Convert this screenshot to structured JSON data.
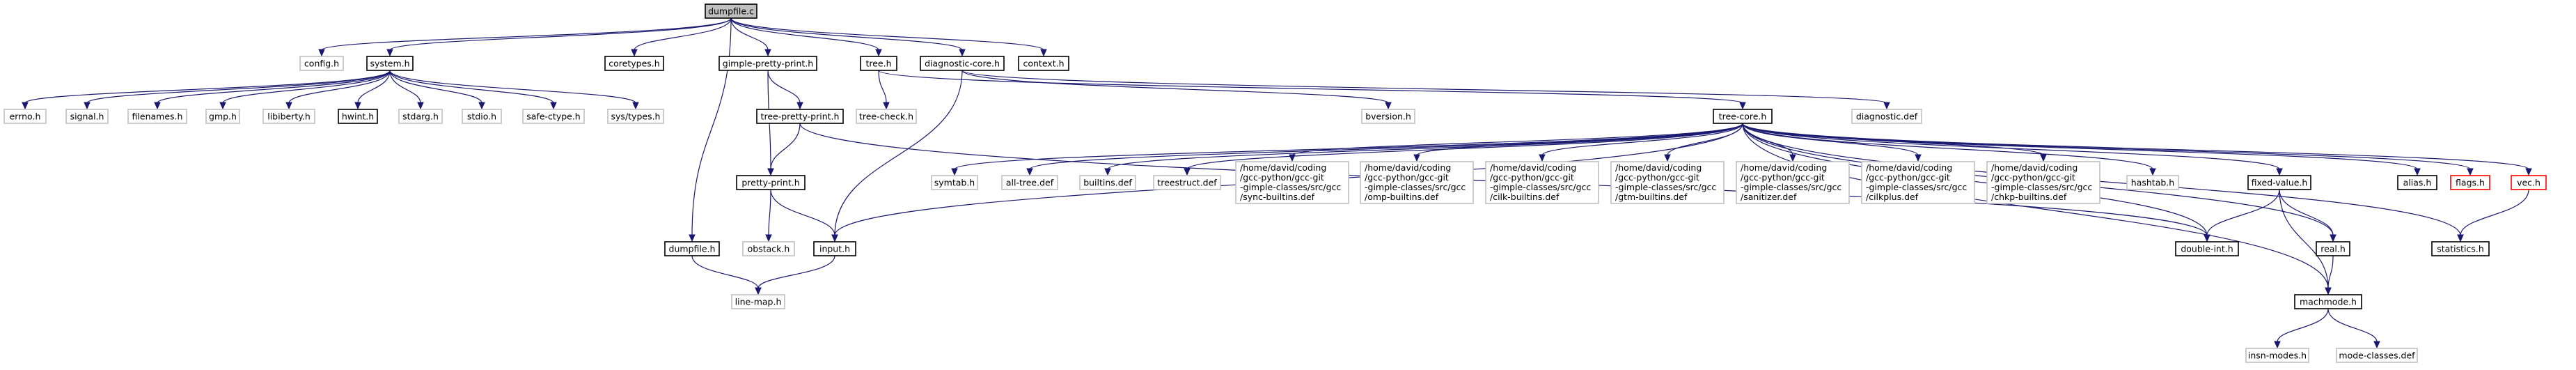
{
  "graph": {
    "title": "dumpfile.c",
    "colors": {
      "edge": "#191970",
      "focus_fill": "#bfbfbf",
      "primary_border": "#000000",
      "missing_border": "#bfbfbf",
      "error_border": "#ff0000"
    },
    "nodes": [
      {
        "id": "dumpfile_c",
        "lines": [
          "dumpfile.c"
        ],
        "kind": "focus"
      },
      {
        "id": "config_h",
        "lines": [
          "config.h"
        ],
        "kind": "missing"
      },
      {
        "id": "system_h",
        "lines": [
          "system.h"
        ],
        "kind": "primary"
      },
      {
        "id": "coretypes_h",
        "lines": [
          "coretypes.h"
        ],
        "kind": "primary"
      },
      {
        "id": "gimple_pretty_print_h",
        "lines": [
          "gimple-pretty-print.h"
        ],
        "kind": "primary"
      },
      {
        "id": "tree_h",
        "lines": [
          "tree.h"
        ],
        "kind": "primary"
      },
      {
        "id": "diagnostic_core_h",
        "lines": [
          "diagnostic-core.h"
        ],
        "kind": "primary"
      },
      {
        "id": "context_h",
        "lines": [
          "context.h"
        ],
        "kind": "primary"
      },
      {
        "id": "errno_h",
        "lines": [
          "errno.h"
        ],
        "kind": "missing"
      },
      {
        "id": "signal_h",
        "lines": [
          "signal.h"
        ],
        "kind": "missing"
      },
      {
        "id": "filenames_h",
        "lines": [
          "filenames.h"
        ],
        "kind": "missing"
      },
      {
        "id": "gmp_h",
        "lines": [
          "gmp.h"
        ],
        "kind": "missing"
      },
      {
        "id": "libiberty_h",
        "lines": [
          "libiberty.h"
        ],
        "kind": "missing"
      },
      {
        "id": "hwint_h",
        "lines": [
          "hwint.h"
        ],
        "kind": "primary"
      },
      {
        "id": "stdarg_h",
        "lines": [
          "stdarg.h"
        ],
        "kind": "missing"
      },
      {
        "id": "stdio_h",
        "lines": [
          "stdio.h"
        ],
        "kind": "missing"
      },
      {
        "id": "safe_ctype_h",
        "lines": [
          "safe-ctype.h"
        ],
        "kind": "missing"
      },
      {
        "id": "sys_types_h",
        "lines": [
          "sys/types.h"
        ],
        "kind": "missing"
      },
      {
        "id": "tree_pretty_print_h",
        "lines": [
          "tree-pretty-print.h"
        ],
        "kind": "primary"
      },
      {
        "id": "tree_check_h",
        "lines": [
          "tree-check.h"
        ],
        "kind": "missing"
      },
      {
        "id": "tree_core_h",
        "lines": [
          "tree-core.h"
        ],
        "kind": "primary"
      },
      {
        "id": "bversion_h",
        "lines": [
          "bversion.h"
        ],
        "kind": "missing"
      },
      {
        "id": "diagnostic_def",
        "lines": [
          "diagnostic.def"
        ],
        "kind": "missing"
      },
      {
        "id": "pretty_print_h",
        "lines": [
          "pretty-print.h"
        ],
        "kind": "primary"
      },
      {
        "id": "symtab_h",
        "lines": [
          "symtab.h"
        ],
        "kind": "missing"
      },
      {
        "id": "all_tree_def",
        "lines": [
          "all-tree.def"
        ],
        "kind": "missing"
      },
      {
        "id": "builtins_def",
        "lines": [
          "builtins.def"
        ],
        "kind": "missing"
      },
      {
        "id": "treestruct_def",
        "lines": [
          "treestruct.def"
        ],
        "kind": "missing"
      },
      {
        "id": "sync_builtins_def",
        "lines": [
          "/home/david/coding",
          "/gcc-python/gcc-git",
          "-gimple-classes/src/gcc",
          "/sync-builtins.def"
        ],
        "kind": "missing"
      },
      {
        "id": "omp_builtins_def",
        "lines": [
          "/home/david/coding",
          "/gcc-python/gcc-git",
          "-gimple-classes/src/gcc",
          "/omp-builtins.def"
        ],
        "kind": "missing"
      },
      {
        "id": "cilk_builtins_def",
        "lines": [
          "/home/david/coding",
          "/gcc-python/gcc-git",
          "-gimple-classes/src/gcc",
          "/cilk-builtins.def"
        ],
        "kind": "missing"
      },
      {
        "id": "gtm_builtins_def",
        "lines": [
          "/home/david/coding",
          "/gcc-python/gcc-git",
          "-gimple-classes/src/gcc",
          "/gtm-builtins.def"
        ],
        "kind": "missing"
      },
      {
        "id": "sanitizer_def",
        "lines": [
          "/home/david/coding",
          "/gcc-python/gcc-git",
          "-gimple-classes/src/gcc",
          "/sanitizer.def"
        ],
        "kind": "missing"
      },
      {
        "id": "cilkplus_def",
        "lines": [
          "/home/david/coding",
          "/gcc-python/gcc-git",
          "-gimple-classes/src/gcc",
          "/cilkplus.def"
        ],
        "kind": "missing"
      },
      {
        "id": "chkp_builtins_def",
        "lines": [
          "/home/david/coding",
          "/gcc-python/gcc-git",
          "-gimple-classes/src/gcc",
          "/chkp-builtins.def"
        ],
        "kind": "missing"
      },
      {
        "id": "hashtab_h",
        "lines": [
          "hashtab.h"
        ],
        "kind": "missing"
      },
      {
        "id": "fixed_value_h",
        "lines": [
          "fixed-value.h"
        ],
        "kind": "primary"
      },
      {
        "id": "alias_h",
        "lines": [
          "alias.h"
        ],
        "kind": "primary"
      },
      {
        "id": "flags_h",
        "lines": [
          "flags.h"
        ],
        "kind": "error"
      },
      {
        "id": "vec_h",
        "lines": [
          "vec.h"
        ],
        "kind": "error"
      },
      {
        "id": "obstack_h",
        "lines": [
          "obstack.h"
        ],
        "kind": "missing"
      },
      {
        "id": "input_h",
        "lines": [
          "input.h"
        ],
        "kind": "primary"
      },
      {
        "id": "dumpfile_h",
        "lines": [
          "dumpfile.h"
        ],
        "kind": "primary"
      },
      {
        "id": "line_map_h",
        "lines": [
          "line-map.h"
        ],
        "kind": "missing"
      },
      {
        "id": "double_int_h",
        "lines": [
          "double-int.h"
        ],
        "kind": "primary"
      },
      {
        "id": "real_h",
        "lines": [
          "real.h"
        ],
        "kind": "primary"
      },
      {
        "id": "statistics_h",
        "lines": [
          "statistics.h"
        ],
        "kind": "primary"
      },
      {
        "id": "machmode_h",
        "lines": [
          "machmode.h"
        ],
        "kind": "primary"
      },
      {
        "id": "insn_modes_h",
        "lines": [
          "insn-modes.h"
        ],
        "kind": "missing"
      },
      {
        "id": "mode_classes_def",
        "lines": [
          "mode-classes.def"
        ],
        "kind": "missing"
      }
    ],
    "edges": [
      [
        "dumpfile_c",
        "config_h"
      ],
      [
        "dumpfile_c",
        "system_h"
      ],
      [
        "dumpfile_c",
        "coretypes_h"
      ],
      [
        "dumpfile_c",
        "gimple_pretty_print_h"
      ],
      [
        "dumpfile_c",
        "tree_h"
      ],
      [
        "dumpfile_c",
        "diagnostic_core_h"
      ],
      [
        "dumpfile_c",
        "context_h"
      ],
      [
        "dumpfile_c",
        "dumpfile_h"
      ],
      [
        "system_h",
        "errno_h"
      ],
      [
        "system_h",
        "signal_h"
      ],
      [
        "system_h",
        "filenames_h"
      ],
      [
        "system_h",
        "gmp_h"
      ],
      [
        "system_h",
        "libiberty_h"
      ],
      [
        "system_h",
        "hwint_h"
      ],
      [
        "system_h",
        "stdarg_h"
      ],
      [
        "system_h",
        "stdio_h"
      ],
      [
        "system_h",
        "safe_ctype_h"
      ],
      [
        "system_h",
        "sys_types_h"
      ],
      [
        "gimple_pretty_print_h",
        "tree_pretty_print_h"
      ],
      [
        "gimple_pretty_print_h",
        "pretty_print_h"
      ],
      [
        "tree_pretty_print_h",
        "pretty_print_h"
      ],
      [
        "tree_pretty_print_h",
        "double_int_h"
      ],
      [
        "tree_h",
        "tree_check_h"
      ],
      [
        "tree_h",
        "tree_core_h"
      ],
      [
        "diagnostic_core_h",
        "bversion_h"
      ],
      [
        "diagnostic_core_h",
        "diagnostic_def"
      ],
      [
        "diagnostic_core_h",
        "input_h"
      ],
      [
        "pretty_print_h",
        "obstack_h"
      ],
      [
        "pretty_print_h",
        "input_h"
      ],
      [
        "tree_core_h",
        "input_h"
      ],
      [
        "tree_core_h",
        "symtab_h"
      ],
      [
        "tree_core_h",
        "all_tree_def"
      ],
      [
        "tree_core_h",
        "builtins_def"
      ],
      [
        "tree_core_h",
        "treestruct_def"
      ],
      [
        "tree_core_h",
        "sync_builtins_def"
      ],
      [
        "tree_core_h",
        "omp_builtins_def"
      ],
      [
        "tree_core_h",
        "cilk_builtins_def"
      ],
      [
        "tree_core_h",
        "gtm_builtins_def"
      ],
      [
        "tree_core_h",
        "sanitizer_def"
      ],
      [
        "tree_core_h",
        "cilkplus_def"
      ],
      [
        "tree_core_h",
        "chkp_builtins_def"
      ],
      [
        "tree_core_h",
        "hashtab_h"
      ],
      [
        "tree_core_h",
        "double_int_h"
      ],
      [
        "tree_core_h",
        "fixed_value_h"
      ],
      [
        "tree_core_h",
        "real_h"
      ],
      [
        "tree_core_h",
        "alias_h"
      ],
      [
        "tree_core_h",
        "flags_h"
      ],
      [
        "tree_core_h",
        "vec_h"
      ],
      [
        "tree_core_h",
        "statistics_h"
      ],
      [
        "tree_core_h",
        "machmode_h"
      ],
      [
        "fixed_value_h",
        "double_int_h"
      ],
      [
        "fixed_value_h",
        "real_h"
      ],
      [
        "fixed_value_h",
        "machmode_h"
      ],
      [
        "real_h",
        "machmode_h"
      ],
      [
        "vec_h",
        "statistics_h"
      ],
      [
        "input_h",
        "line_map_h"
      ],
      [
        "dumpfile_h",
        "line_map_h"
      ],
      [
        "machmode_h",
        "insn_modes_h"
      ],
      [
        "machmode_h",
        "mode_classes_def"
      ]
    ]
  }
}
